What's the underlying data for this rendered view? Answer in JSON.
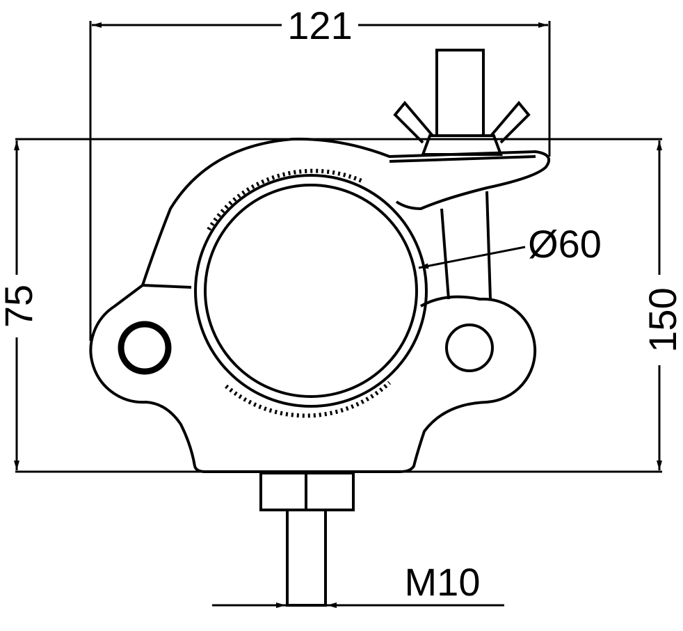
{
  "drawing": {
    "title": "Half coupler clamp technical drawing",
    "dimensions": {
      "width": "121",
      "height_left": "75",
      "height_right": "150",
      "tube_diameter": "Ø60",
      "bolt": "M10"
    },
    "colors": {
      "line": "#000000",
      "background": "#ffffff"
    }
  }
}
